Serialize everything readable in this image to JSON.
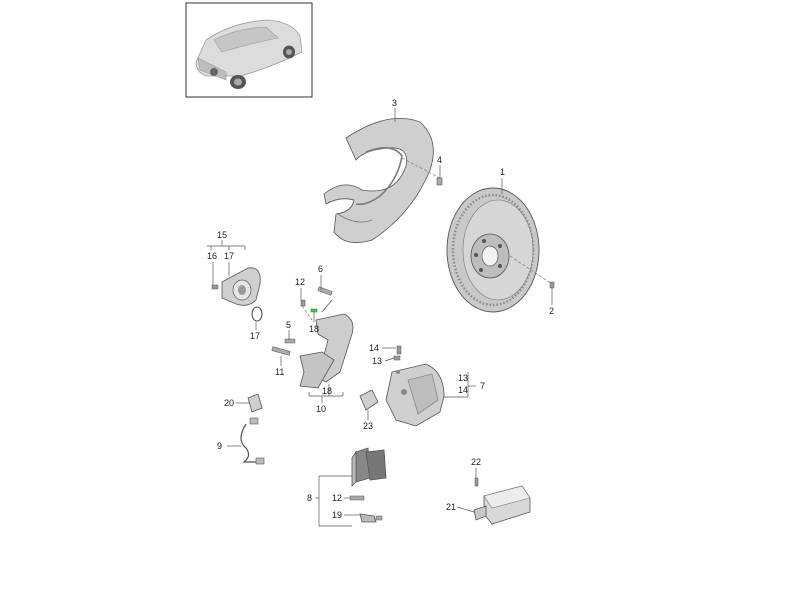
{
  "callouts": {
    "c1": "1",
    "c2": "2",
    "c3": "3",
    "c4": "4",
    "c5": "5",
    "c6": "6",
    "c7": "7",
    "c8": "8",
    "c9": "9",
    "c10": "10",
    "c11": "11",
    "c12a": "12",
    "c12b": "12",
    "c13a": "13",
    "c13b": "13",
    "c14a": "14",
    "c14b": "14",
    "c15": "15",
    "c16": "16",
    "c17a": "17",
    "c17b": "17",
    "c18a": "18",
    "c18b": "18",
    "c19": "19",
    "c20": "20",
    "c21": "21",
    "c22": "22",
    "c23": "23"
  },
  "icons": {
    "vehicle": "vehicle-thumbnail-icon",
    "disc": "brake-disc-icon",
    "shield": "brake-dust-shield-icon"
  },
  "colors": {
    "part_fill": "#d4d4d4",
    "part_dark": "#8a8a8a",
    "highlight": "#2ecc40"
  }
}
